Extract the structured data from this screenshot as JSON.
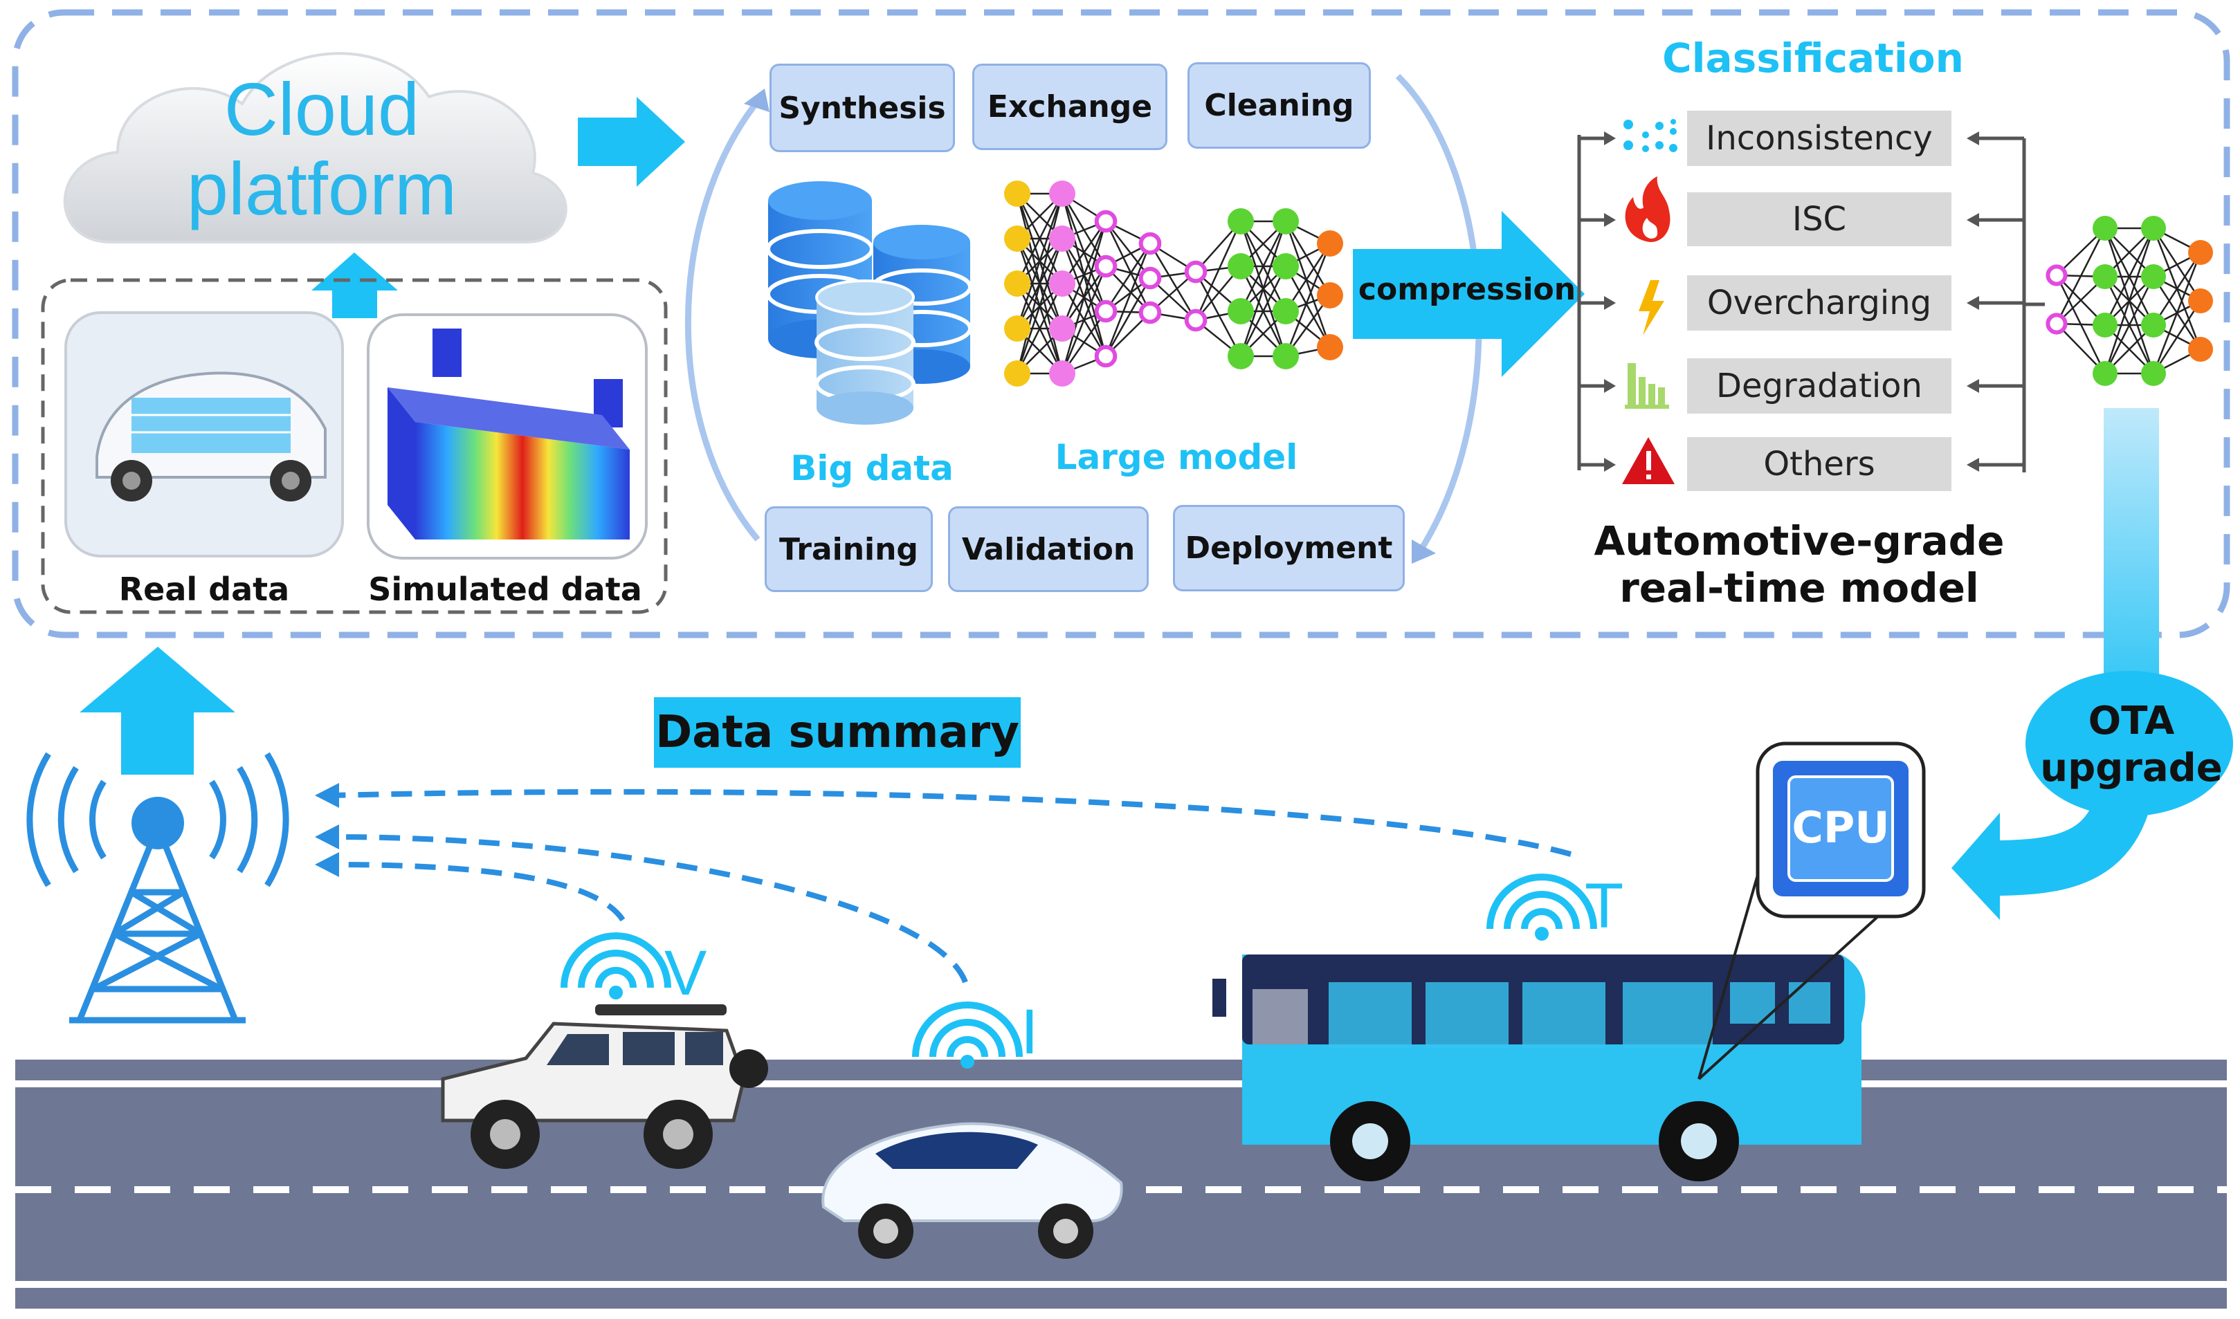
{
  "cloud": {
    "line1": "Cloud",
    "line2": "platform"
  },
  "sources": {
    "real_label": "Real data",
    "simulated_label": "Simulated data"
  },
  "cycle": {
    "steps_top": [
      "Synthesis",
      "Exchange",
      "Cleaning"
    ],
    "steps_bottom": [
      "Training",
      "Validation",
      "Deployment"
    ],
    "big_data_label": "Big data",
    "large_model_label": "Large model"
  },
  "compression_label": "compression",
  "classification": {
    "title": "Classification",
    "items": [
      {
        "label": "Inconsistency",
        "icon": "dots-icon"
      },
      {
        "label": "ISC",
        "icon": "fire-icon"
      },
      {
        "label": "Overcharging",
        "icon": "lightning-icon"
      },
      {
        "label": "Degradation",
        "icon": "bar-chart-icon"
      },
      {
        "label": "Others",
        "icon": "warning-icon"
      }
    ]
  },
  "realtime_model": {
    "line1": "Automotive-grade",
    "line2": "real-time model"
  },
  "ota": {
    "line1": "OTA",
    "line2": "upgrade"
  },
  "cpu_label": "CPU",
  "data_summary": "Data summary",
  "vehicles": {
    "v": "V",
    "i": "I",
    "t": "T"
  },
  "colors": {
    "accent": "#1ec1f5",
    "dashed_border": "#8fb1e6",
    "classification_title": "#1ec1f5",
    "step_fill": "#c9dcf7",
    "road": "#6e7894"
  }
}
